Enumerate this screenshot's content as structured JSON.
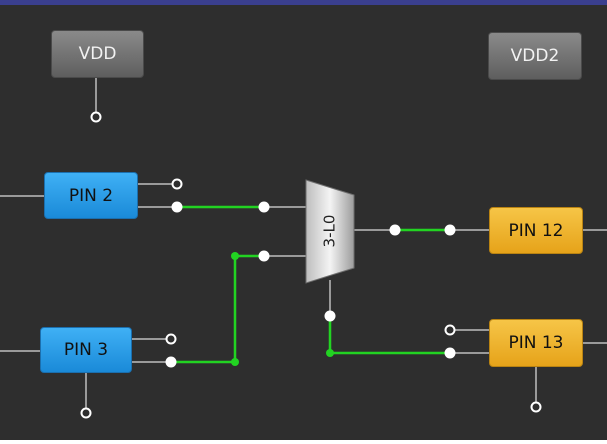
{
  "blocks": {
    "vdd": "VDD",
    "vdd2": "VDD2",
    "pin2": "PIN 2",
    "pin3": "PIN 3",
    "pin12": "PIN 12",
    "pin13": "PIN 13",
    "lut": "3-L0"
  },
  "colors": {
    "background": "#2e2e2e",
    "active_wire": "#22d322",
    "idle_wire": "#9a9a9a",
    "top_bar": "#3a3f8f"
  }
}
